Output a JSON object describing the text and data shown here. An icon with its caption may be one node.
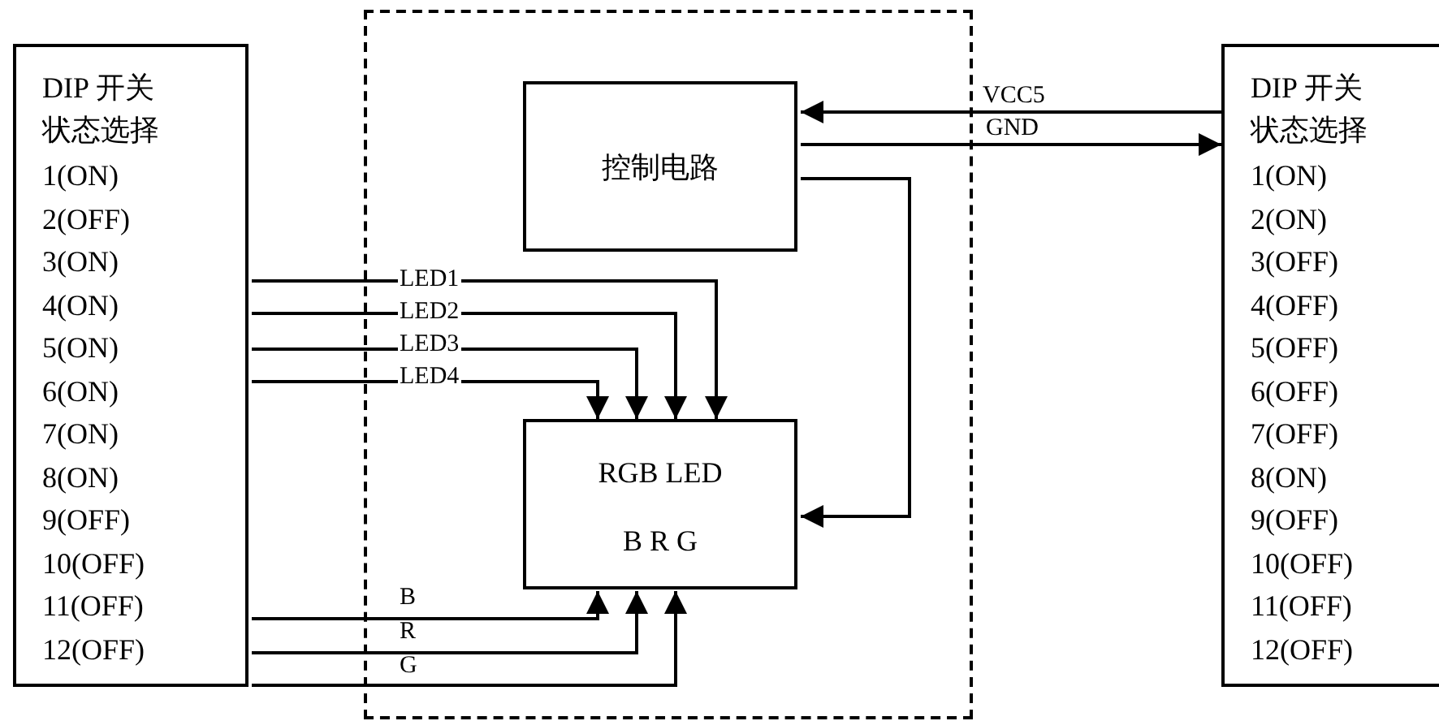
{
  "diagram": {
    "nodes": [
      {
        "text": [
          "DIP 开关状态选择",
          "1(ON)",
          "2(OFF)",
          "3(ON)",
          "4(ON)",
          "5(ON)",
          "6(ON)",
          "7(ON)",
          "8(ON)",
          "9(OFF)",
          "10(OFF)",
          "11(OFF)",
          "12(OFF)"
        ]
      },
      {
        "text": [],
        "shape": "box"
      },
      {
        "text": [
          "控制电路"
        ],
        "in": 1
      },
      {
        "text": [
          "RGB LED",
          "B R G"
        ],
        "in": 1
      },
      {
        "text": [
          "DIP 开关状态选择",
          "1(ON)",
          "2(ON)",
          "3(OFF)",
          "4(OFF)",
          "5(OFF)",
          "6(OFF)",
          "7(OFF)",
          "8(ON)",
          "9(OFF)",
          "10(OFF)",
          "11(OFF)",
          "12(OFF)"
        ]
      }
    ],
    "edges": [
      {
        "from": 4,
        "to": 2,
        "arrow": "to",
        "label": "VCC5"
      },
      {
        "from": 2,
        "to": 4,
        "arrow": "to",
        "label": "GND"
      },
      {
        "from": 2,
        "to": 3,
        "arrow": "to"
      },
      {
        "from": 0,
        "to": 3,
        "arrow": "to",
        "label": "LED1"
      },
      {
        "from": 0,
        "to": 3,
        "arrow": "to",
        "label": "LED2"
      },
      {
        "from": 0,
        "to": 3,
        "arrow": "to",
        "label": "LED3"
      },
      {
        "from": 0,
        "to": 3,
        "arrow": "to",
        "label": "LED4"
      },
      {
        "from": 0,
        "to": 3,
        "arrow": "to",
        "label": "B"
      },
      {
        "from": 0,
        "to": 3,
        "arrow": "to",
        "label": "R"
      },
      {
        "from": 0,
        "to": 3,
        "arrow": "to",
        "label": "G"
      }
    ]
  }
}
